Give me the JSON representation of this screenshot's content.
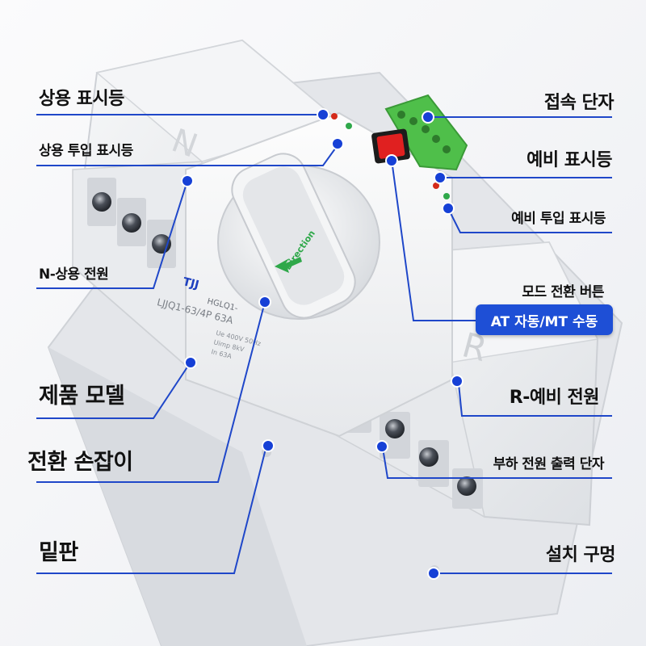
{
  "labels": {
    "left": {
      "utility_indicator": "상용 표시등",
      "utility_on_indicator": "상용 투입 표시등",
      "n_utility_power": "N-상용 전원",
      "product_model": "제품 모델",
      "switch_handle": "전환 손잡이",
      "base_plate": "밑판"
    },
    "right": {
      "terminal_block": "접속 단자",
      "backup_indicator": "예비 표시등",
      "backup_on_indicator": "예비 투입 표시등",
      "mode_button": "모드 전환 버튼",
      "mode_button_sub": "AT 자동/MT 수동",
      "r_backup_power": "R-예비 전원",
      "load_output_terminal": "부하 전원 출력 단자",
      "mount_hole": "설치 구멍"
    }
  },
  "device_markings": {
    "knob_text": "Direction",
    "brand": "TJJ",
    "model_line1": "HGLQ1-",
    "model_line2": "LJJQ1-63/4P 63A",
    "side_n": "N",
    "side_r": "R",
    "spec_lines": [
      "Ue 400V 50Hz",
      "Uimp 8kV",
      "In 63A"
    ]
  },
  "colors": {
    "label_text": "#111111",
    "line_blue": "#1f47c9",
    "dot_blue": "#1640d6",
    "pill_bg": "#1e4fd6",
    "pill_text": "#ffffff",
    "terminal_green": "#4fbf4a",
    "button_red": "#e02020",
    "led_red": "#d42a1a",
    "led_green": "#2fa84a"
  }
}
